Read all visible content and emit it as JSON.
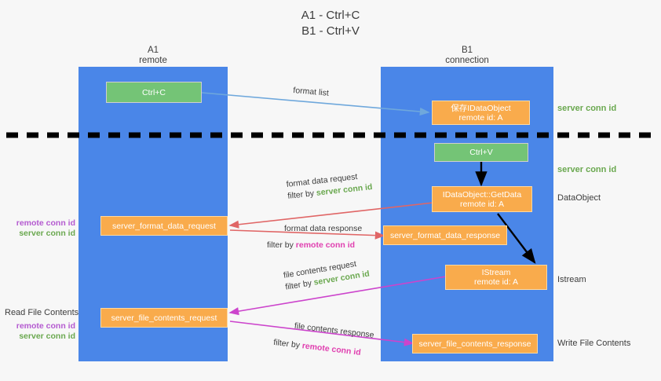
{
  "title": {
    "line1": "A1 - Ctrl+C",
    "line2": "B1 - Ctrl+V"
  },
  "columns": [
    {
      "name": "A1",
      "sub": "remote"
    },
    {
      "name": "B1",
      "sub": "connection"
    }
  ],
  "boxes": {
    "ctrl_c": "Ctrl+C",
    "ctrl_v": "Ctrl+V",
    "save_idataobject": {
      "line1": "保存IDataObject",
      "line2": "remote id: A"
    },
    "getdata": {
      "line1": "IDataObject::GetData",
      "line2": "remote id: A"
    },
    "istream": {
      "line1": "IStream",
      "line2": "remote id: A"
    },
    "server_format_data_request": "server_format_data_request",
    "server_format_data_response": "server_format_data_response",
    "server_file_contents_request": "server_file_contents_request",
    "server_file_contents_response": "server_file_contents_response"
  },
  "right_labels": {
    "server_conn_id_1": "server conn id",
    "server_conn_id_2": "server conn id",
    "dataobject": "DataObject",
    "istream": "Istream",
    "write_file_contents": "Write File Contents"
  },
  "left_labels": {
    "read_file_contents": "Read File Contents",
    "remote_conn_id": "remote conn id",
    "server_conn_id": "server conn id"
  },
  "annotations": {
    "format_list": "format list",
    "format_data_request": "format data request",
    "format_data_request_filter_prefix": "filter by ",
    "format_data_request_filter_value": "server conn id",
    "format_data_response": "format data response",
    "format_data_response_filter_prefix": "filter by ",
    "format_data_response_filter_value": "remote conn id",
    "file_contents_request": "file contents request",
    "file_contents_request_filter_prefix": "filter by ",
    "file_contents_request_filter_value": "server conn id",
    "file_contents_response": "file contents response",
    "file_contents_response_filter_prefix": "filter by ",
    "file_contents_response_filter_value": "remote conn id"
  },
  "colors": {
    "lane": "#4a86e8",
    "green_box": "#74c476",
    "orange_box": "#f9ab4c",
    "server_conn_id": "#6aa84f",
    "remote_conn_id": "#b45ad0",
    "divider": "#000000",
    "arrow_blue": "#6fa8dc",
    "arrow_red": "#e06666",
    "arrow_magenta": "#cc44cc",
    "arrow_black": "#000000",
    "background": "#f7f7f7"
  }
}
